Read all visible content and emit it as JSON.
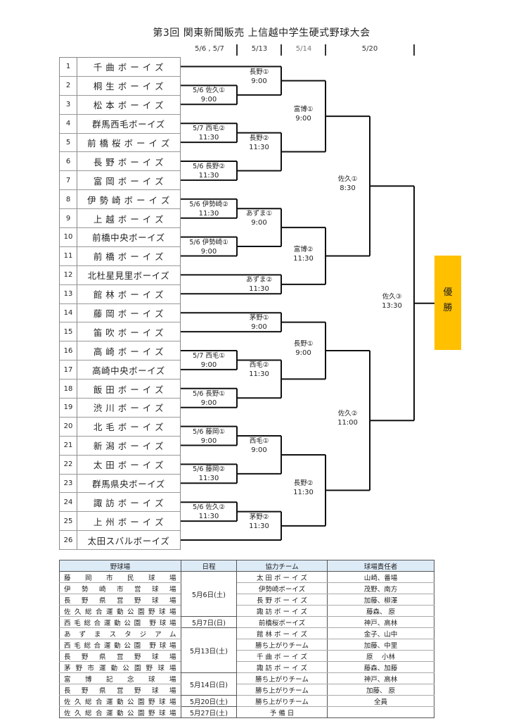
{
  "title": "第3回  関東新聞販売  上信越中学生硬式野球大会",
  "rounds": [
    "5/6 , 5/7",
    "5/13",
    "5/14",
    "5/20"
  ],
  "teams": [
    {
      "no": "1",
      "name": "千 曲 ボ ー イ ズ"
    },
    {
      "no": "2",
      "name": "桐 生 ボ ー イ ズ"
    },
    {
      "no": "3",
      "name": "松 本 ボ ー イ ズ"
    },
    {
      "no": "4",
      "name": "群馬西毛ボーイズ"
    },
    {
      "no": "5",
      "name": "前 橋 桜 ボ ー イ ズ"
    },
    {
      "no": "6",
      "name": "長 野 ボ ー イ ズ"
    },
    {
      "no": "7",
      "name": "富 岡 ボ ー イ ズ"
    },
    {
      "no": "8",
      "name": "伊 勢 崎 ボ ー イ ズ"
    },
    {
      "no": "9",
      "name": "上 越 ボ ー イ ズ"
    },
    {
      "no": "10",
      "name": "前橋中央ボーイズ"
    },
    {
      "no": "11",
      "name": "前 橋 ボ ー イ ズ"
    },
    {
      "no": "12",
      "name": "北杜星見里ボーイズ"
    },
    {
      "no": "13",
      "name": "館 林 ボ ー イ ズ"
    },
    {
      "no": "14",
      "name": "藤 岡 ボ ー イ ズ"
    },
    {
      "no": "15",
      "name": "笛 吹 ボ ー イ ズ"
    },
    {
      "no": "16",
      "name": "高 崎 ボ ー イ ズ"
    },
    {
      "no": "17",
      "name": "高崎中央ボーイズ"
    },
    {
      "no": "18",
      "name": "飯 田 ボ ー イ ズ"
    },
    {
      "no": "19",
      "name": "渋 川 ボ ー イ ズ"
    },
    {
      "no": "20",
      "name": "北 毛 ボ ー イ ズ"
    },
    {
      "no": "21",
      "name": "新 潟 ボ ー イ ズ"
    },
    {
      "no": "22",
      "name": "太 田 ボ ー イ ズ"
    },
    {
      "no": "23",
      "name": "群馬県央ボーイズ"
    },
    {
      "no": "24",
      "name": "諏 訪 ボ ー イ ズ"
    },
    {
      "no": "25",
      "name": "上 州 ボ ー イ ズ"
    },
    {
      "no": "26",
      "name": "太田スバルボーイズ"
    }
  ],
  "games": {
    "r1": [
      {
        "label": "5/6  佐久①",
        "time": "9:00"
      },
      {
        "label": "5/7  西毛②",
        "time": "11:30"
      },
      {
        "label": "5/6  長野②",
        "time": "11:30"
      },
      {
        "label": "5/6  伊勢崎②",
        "time": "11:30"
      },
      {
        "label": "5/6  伊勢崎①",
        "time": "9:00"
      },
      {
        "label": "5/7  西毛①",
        "time": "9:00"
      },
      {
        "label": "5/6  長野①",
        "time": "9:00"
      },
      {
        "label": "5/6  藤岡①",
        "time": "9:00"
      },
      {
        "label": "5/6  藤岡②",
        "time": "11:30"
      },
      {
        "label": "5/6  佐久②",
        "time": "11:30"
      }
    ],
    "r2": [
      {
        "label": "長野①",
        "time": "9:00"
      },
      {
        "label": "長野②",
        "time": "11:30"
      },
      {
        "label": "あずま①",
        "time": "9:00"
      },
      {
        "label": "あずま②",
        "time": "11:30"
      },
      {
        "label": "茅野①",
        "time": "9:00"
      },
      {
        "label": "西毛②",
        "time": "11:30"
      },
      {
        "label": "西毛①",
        "time": "9:00"
      },
      {
        "label": "茅野②",
        "time": "11:30"
      }
    ],
    "r3": [
      {
        "label": "富博①",
        "time": "9:00"
      },
      {
        "label": "富博②",
        "time": "11:30"
      },
      {
        "label": "長野①",
        "time": "9:00"
      },
      {
        "label": "長野②",
        "time": "11:30"
      }
    ],
    "r4": [
      {
        "label": "佐久①",
        "time": "8:30"
      },
      {
        "label": "佐久②",
        "time": "11:00"
      }
    ],
    "final": {
      "label": "佐久③",
      "time": "13:30"
    }
  },
  "champion": {
    "line1": "優",
    "line2": "勝",
    "color": "#FFC000"
  },
  "schedule": {
    "headers": [
      "野球場",
      "日程",
      "協力チーム",
      "球場責任者"
    ],
    "groups": [
      {
        "date": "5月6日(土)",
        "rows": [
          {
            "venue": "藤岡市民球場",
            "team": "太 田 ボ ー イ ズ",
            "staff": "山崎、番場"
          },
          {
            "venue": "伊勢崎市営球場",
            "team": "伊勢崎ボーイズ",
            "staff": "茂野、南方"
          },
          {
            "venue": "長野県営野球場",
            "team": "長 野 ボ ー イ ズ",
            "staff": "加藤、柳澤"
          },
          {
            "venue": "佐久総合運動公園野球場",
            "team": "諏 訪 ボ ー イ ズ",
            "staff": "藤森、 原"
          }
        ]
      },
      {
        "date": "5月7日(日)",
        "rows": [
          {
            "venue": "西毛総合運動公園 野球場",
            "team": "前橋桜ボーイズ",
            "staff": "神戸、高林"
          }
        ]
      },
      {
        "date": "5月13日(土)",
        "rows": [
          {
            "venue": "あずまスタジアム",
            "team": "館 林 ボ ー イ ズ",
            "staff": "金子、山中"
          },
          {
            "venue": "西毛総合運動公園 野球場",
            "team": "勝ち上がりチーム",
            "staff": "加藤、中里"
          },
          {
            "venue": "長野県営野球場",
            "team": "千 曲 ボ ー イ ズ",
            "staff": "原　 小林"
          },
          {
            "venue": "茅野市運動公園野球場",
            "team": "諏 訪 ボ ー イ ズ",
            "staff": "藤森、加藤"
          }
        ]
      },
      {
        "date": "5月14日(日)",
        "rows": [
          {
            "venue": "富博記念球場",
            "team": "勝ち上がりチーム",
            "staff": "神戸、高林"
          },
          {
            "venue": "長野県営野球場",
            "team": "勝ち上がりチーム",
            "staff": "加藤、 原"
          }
        ]
      },
      {
        "date": "5月20日(土)",
        "rows": [
          {
            "venue": "佐久総合運動公園野球場",
            "team": "勝ち上がりチーム",
            "staff": "全員"
          }
        ]
      },
      {
        "date": "5月27日(土)",
        "rows": [
          {
            "venue": "佐久総合運動公園野球場",
            "team": "予 備 日",
            "staff": ""
          }
        ]
      }
    ]
  }
}
